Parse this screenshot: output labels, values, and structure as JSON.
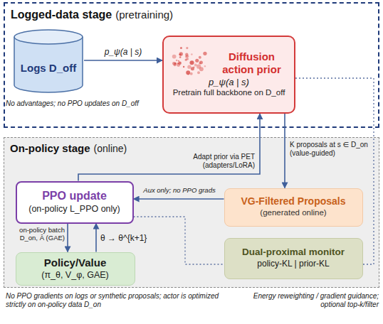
{
  "diagram": {
    "nodes": [
      {
        "text": [
          "Logged-data stage",
          "(pretraining)"
        ]
      },
      {
        "text": [
          "Logs D_off"
        ],
        "in": 0
      },
      {
        "text": [
          "Diffusion action prior",
          "p_ψ(a | s)",
          "Pretrain full backbone on D_off"
        ],
        "in": 0
      },
      {
        "text": [
          "On-policy stage",
          "(online)"
        ]
      },
      {
        "text": [
          "PPO update",
          "(on-policy L_PPO only)"
        ],
        "in": 3
      },
      {
        "text": [
          "VG-Filtered Proposals",
          "(generated online)"
        ],
        "in": 3
      },
      {
        "text": [
          "Policy/Value",
          "(π_θ, V_φ, GAE)"
        ],
        "in": 3
      },
      {
        "text": [
          "Dual-proximal monitor",
          "policy-KL | prior-KL"
        ],
        "in": 3
      }
    ],
    "edges": [
      {
        "from": 1,
        "to": 2,
        "label": "p_ψ(a | s)",
        "arrow": "to"
      },
      {
        "from": 4,
        "to": 2,
        "label": "Adapt prior via PET (adapters/LoRA)",
        "arrow": "to"
      },
      {
        "from": 2,
        "to": 5,
        "label": "K proposals at s ∈ D_on (value-guided)",
        "arrow": "to"
      },
      {
        "from": 5,
        "to": 4,
        "label": "Aux only; no PPO grads",
        "arrow": "to"
      },
      {
        "from": 4,
        "to": 6,
        "label": "on-policy batch D_on, Â (GAE)",
        "arrow": "to"
      },
      {
        "from": 6,
        "to": 4,
        "label": "θ → θ^{k+1}",
        "arrow": "to"
      },
      {
        "from": 2,
        "to": 7,
        "arrow": "none"
      },
      {
        "from": 4,
        "to": 7,
        "arrow": "none"
      }
    ],
    "labels": [
      "No advantages; no PPO updates on D_off",
      "No PPO gradients on logs or synthetic proposals; actor is optimized strictly on on-policy data D_on",
      "Energy reweighting / gradient guidance; optional top-k/filter"
    ]
  }
}
